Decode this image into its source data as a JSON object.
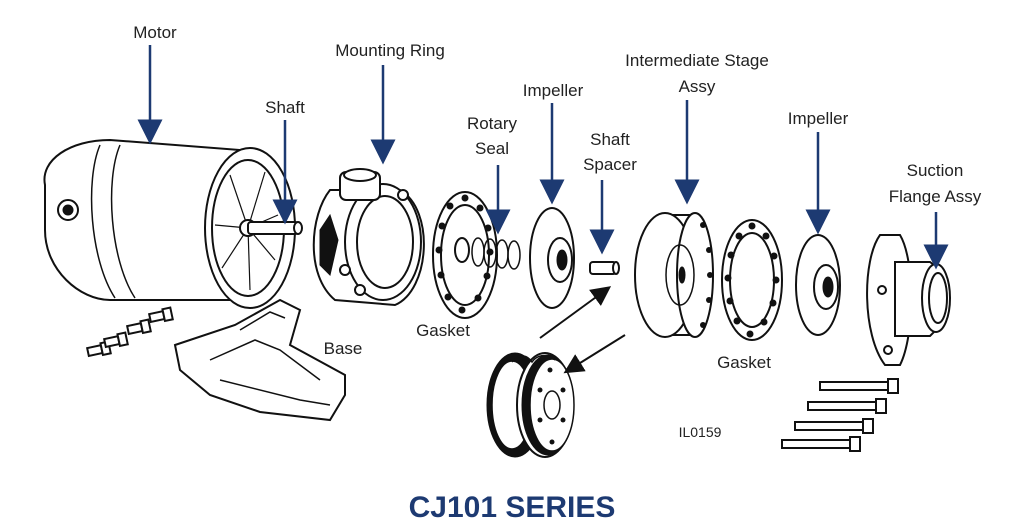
{
  "colors": {
    "accent": "#1d3a72",
    "line": "#111111",
    "text": "#222222"
  },
  "labels": {
    "motor": "Motor",
    "mounting_ring": "Mounting Ring",
    "shaft": "Shaft",
    "rotary_seal_1": "Rotary",
    "rotary_seal_2": "Seal",
    "impeller_1": "Impeller",
    "shaft_spacer_1": "Shaft",
    "shaft_spacer_2": "Spacer",
    "intermediate_1": "Intermediate Stage",
    "intermediate_2": "Assy",
    "impeller_2": "Impeller",
    "suction_1": "Suction",
    "suction_2": "Flange Assy",
    "gasket_1": "Gasket",
    "base": "Base",
    "gasket_2": "Gasket",
    "figure_code": "IL0159"
  },
  "title": "CJ101 SERIES"
}
